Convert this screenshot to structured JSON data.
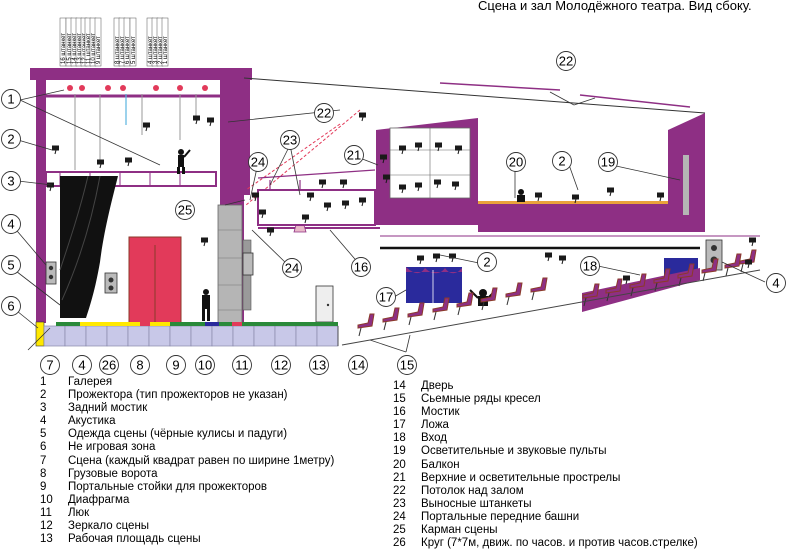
{
  "title": "Сцена и зал Молодёжного театра. Вид  сбоку.",
  "battens": [
    "16 штанкет",
    "15 штанкет",
    "14 штанкет",
    "13 штанкет",
    "12 штанкет",
    "11 штанкет",
    "10 штанкет",
    "9 штанкет",
    "8 штанкет",
    "7 штанкет",
    "6 штанкет",
    "5 штанкет",
    "4 штанкет",
    "3 штанкет",
    "2 штанкет",
    "1 штанкет"
  ],
  "callouts": [
    "1",
    "2",
    "3",
    "4",
    "5",
    "6",
    "7",
    "4",
    "26",
    "8",
    "9",
    "10",
    "11",
    "12",
    "13",
    "14",
    "15",
    "16",
    "17",
    "18",
    "19",
    "20",
    "21",
    "22",
    "22",
    "23",
    "24",
    "24",
    "25",
    "2",
    "2",
    "4"
  ],
  "legend_left": [
    {
      "n": "1",
      "text": "Галерея"
    },
    {
      "n": "2",
      "text": "Прожектора (тип прожекторов не указан)"
    },
    {
      "n": "3",
      "text": "Задний мостик"
    },
    {
      "n": "4",
      "text": "Акустика"
    },
    {
      "n": "5",
      "text": "Одежда сцены (чёрные кулисы и падуги)"
    },
    {
      "n": "6",
      "text": "Не игровая зона"
    },
    {
      "n": "7",
      "text": "Сцена (каждый квадрат равен по ширине 1метру)"
    },
    {
      "n": "8",
      "text": "Грузовые ворота"
    },
    {
      "n": "9",
      "text": "Портальные стойки для прожекторов"
    },
    {
      "n": "10",
      "text": "Диафрагма"
    },
    {
      "n": "11",
      "text": "Люк"
    },
    {
      "n": "12",
      "text": "Зеркало сцены"
    },
    {
      "n": "13",
      "text": "Рабочая площадь сцены"
    }
  ],
  "legend_right": [
    {
      "n": "14",
      "text": "Дверь"
    },
    {
      "n": "15",
      "text": "Сьемные ряды кресел"
    },
    {
      "n": "16",
      "text": "Мостик"
    },
    {
      "n": "17",
      "text": "Ложа"
    },
    {
      "n": "18",
      "text": "Вход"
    },
    {
      "n": "19",
      "text": "Осветительные и звуковые пульты"
    },
    {
      "n": "20",
      "text": "Балкон"
    },
    {
      "n": "21",
      "text": "Верхние и осветительные прострелы"
    },
    {
      "n": "22",
      "text": "Потолок над залом"
    },
    {
      "n": "23",
      "text": "Выносные штанкеты"
    },
    {
      "n": "24",
      "text": "Портальные передние башни"
    },
    {
      "n": "25",
      "text": "Карман сцены"
    },
    {
      "n": "26",
      "text": "Круг (7*7м, движ. по часов. и против часов.стрелке)"
    }
  ],
  "colors": {
    "purple": "#8e2f84",
    "red": "#e23a5a",
    "blue": "#2a2a9c",
    "grey": "#b5b5b5",
    "cyan": "#5ab4e0",
    "green": "#2a8a3a",
    "yellow": "#ffe800",
    "brown": "#8b3a2a"
  }
}
